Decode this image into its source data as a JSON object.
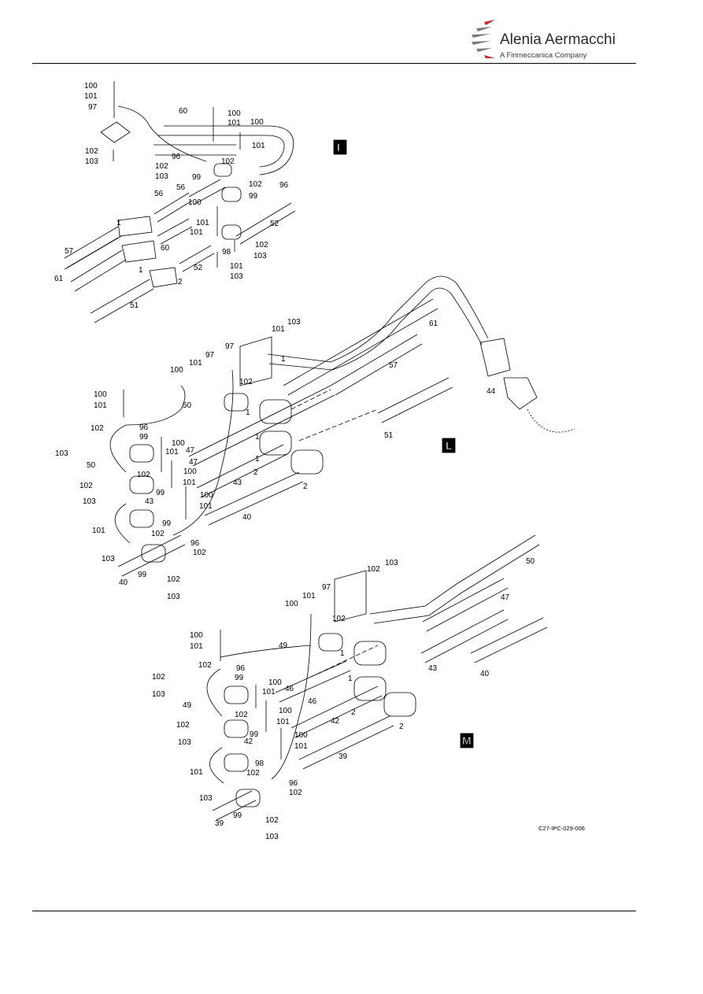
{
  "header": {
    "brand_name": "Alenia Aermacchi",
    "brand_tagline": "A Finmeccanica Company",
    "brand_colors": {
      "red": "#c8202a",
      "gray": "#7a7a7a"
    }
  },
  "figure": {
    "reference": "C27-IPC-029-006",
    "views": [
      {
        "id": "I",
        "callouts": [
          "100",
          "101",
          "97",
          "60",
          "100",
          "101",
          "100",
          "101",
          "102",
          "103",
          "96",
          "102",
          "103",
          "99",
          "102",
          "56",
          "102",
          "96",
          "99",
          "56",
          "100",
          "1",
          "101",
          "101",
          "52",
          "60",
          "57",
          "102",
          "98",
          "103",
          "1",
          "101",
          "61",
          "52",
          "103",
          "2",
          "51"
        ]
      },
      {
        "id": "L",
        "callouts": [
          "101",
          "103",
          "97",
          "97",
          "101",
          "1",
          "61",
          "100",
          "57",
          "102",
          "100",
          "50",
          "44",
          "101",
          "1",
          "96",
          "102",
          "99",
          "100",
          "1",
          "51",
          "103",
          "101",
          "47",
          "47",
          "1",
          "50",
          "100",
          "102",
          "2",
          "43",
          "101",
          "102",
          "99",
          "2",
          "103",
          "43",
          "100",
          "101",
          "40",
          "99",
          "101",
          "102",
          "96",
          "103",
          "102",
          "40",
          "99",
          "102",
          "103"
        ]
      },
      {
        "id": "M",
        "callouts": [
          "50",
          "102",
          "103",
          "47",
          "97",
          "101",
          "100",
          "102",
          "100",
          "49",
          "1",
          "101",
          "43",
          "40",
          "96",
          "102",
          "99",
          "1",
          "102",
          "100",
          "46",
          "103",
          "101",
          "46",
          "49",
          "100",
          "102",
          "2",
          "2",
          "101",
          "42",
          "99",
          "102",
          "100",
          "103",
          "42",
          "101",
          "39",
          "98",
          "101",
          "102",
          "96",
          "103",
          "102",
          "39",
          "99",
          "102",
          "103"
        ]
      }
    ]
  }
}
